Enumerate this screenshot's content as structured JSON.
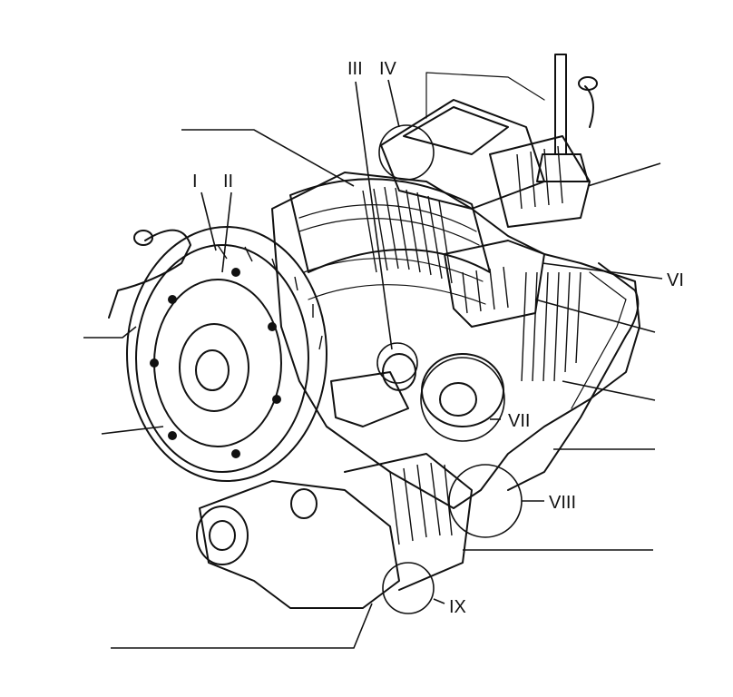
{
  "labels": [
    {
      "id": "I",
      "text": "I"
    },
    {
      "id": "II",
      "text": "II"
    },
    {
      "id": "III",
      "text": "III"
    },
    {
      "id": "IV",
      "text": "IV"
    },
    {
      "id": "VI",
      "text": "VI"
    },
    {
      "id": "VII",
      "text": "VII"
    },
    {
      "id": "VIII",
      "text": "VIII"
    },
    {
      "id": "IX",
      "text": "IX"
    }
  ]
}
